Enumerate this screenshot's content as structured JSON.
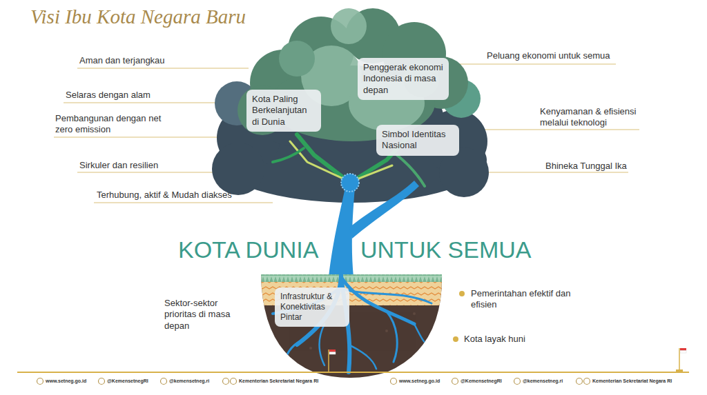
{
  "diagram": {
    "title": "Visi Ibu Kota Negara Baru",
    "nodes": [
      {
        "text": [
          "Kota Paling Berkelanjutan di Dunia"
        ]
      },
      {
        "text": [
          "Penggerak ekonomi Indonesia di masa depan"
        ]
      },
      {
        "text": [
          "Simbol Identitas Nasional"
        ]
      },
      {
        "text": [
          "Infrastruktur & Konektivitas Pintar"
        ]
      }
    ],
    "labels": [
      "Aman dan terjangkau",
      "Selaras dengan alam",
      "Pembangunan dengan net zero emission",
      "Sirkuler dan resilien",
      "Terhubung, aktif & Mudah diakses",
      "Peluang ekonomi untuk semua",
      "Kenyamanan & efisiensi melalui teknologi",
      "Bhineka Tunggal Ika",
      "KOTA DUNIA",
      "UNTUK SEMUA",
      "Sektor-sektor prioritas di masa depan",
      "Pemerintahan efektif dan efisien",
      "Kota layak huni",
      "www.setneg.go.id",
      "@KemensetnegRI",
      "@kemensetneg.ri",
      "Kementerian Sekretariat Negara RI",
      "www.setneg.go.id",
      "@KemensetnegRI",
      "@kemensetneg.ri",
      "Kementerian Sekretariat Negara RI"
    ]
  }
}
